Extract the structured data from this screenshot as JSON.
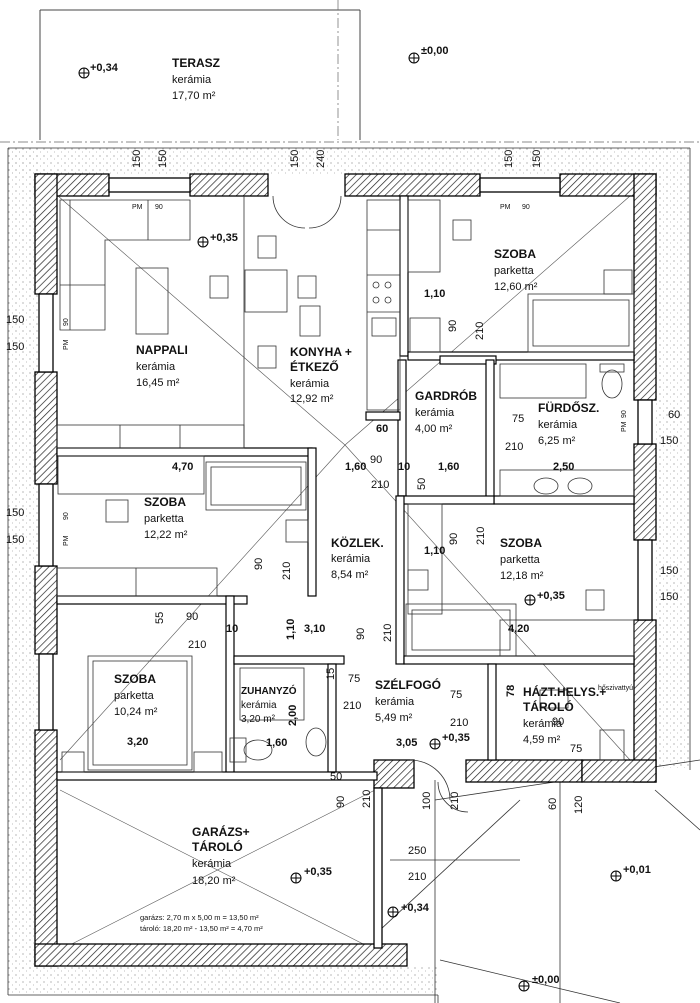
{
  "rooms": [
    {
      "id": "terasz",
      "name": "TERASZ",
      "material": "kerámia",
      "area": "17,70 m²"
    },
    {
      "id": "nappali",
      "name": "NAPPALI",
      "material": "kerámia",
      "area": "16,45 m²"
    },
    {
      "id": "konyha",
      "name": "KONYHA +",
      "name2": "ÉTKEZŐ",
      "material": "kerámia",
      "area": "12,92 m²"
    },
    {
      "id": "szoba_ne",
      "name": "SZOBA",
      "material": "parketta",
      "area": "12,60 m²"
    },
    {
      "id": "gardrob",
      "name": "GARDRÓB",
      "material": "kerámia",
      "area": "4,00 m²"
    },
    {
      "id": "furdo",
      "name": "FÜRDŐSZ.",
      "material": "kerámia",
      "area": "6,25 m²"
    },
    {
      "id": "szoba_w",
      "name": "SZOBA",
      "material": "parketta",
      "area": "12,22 m²"
    },
    {
      "id": "kozlek",
      "name": "KÖZLEK.",
      "material": "kerámia",
      "area": "8,54 m²"
    },
    {
      "id": "szoba_e",
      "name": "SZOBA",
      "material": "parketta",
      "area": "12,18 m²"
    },
    {
      "id": "szoba_sw",
      "name": "SZOBA",
      "material": "parketta",
      "area": "10,24 m²"
    },
    {
      "id": "zuhanyzo",
      "name": "ZUHANYZÓ",
      "material": "kerámia",
      "area": "3,20 m²"
    },
    {
      "id": "szelfogo",
      "name": "SZÉLFOGÓ",
      "material": "kerámia",
      "area": "5,49 m²"
    },
    {
      "id": "haztart",
      "name": "HÁZT.HELYS.+",
      "name2": "TÁROLÓ",
      "material": "kerámia",
      "area": "4,59 m²"
    },
    {
      "id": "garazs",
      "name": "GARÁZS+",
      "name2": "TÁROLÓ",
      "material": "kerámia",
      "area": "18,20 m²"
    }
  ],
  "garage_note": {
    "line1": "garázs: 2,70 m x 5,00 m = 13,50 m²",
    "line2": "tároló: 18,20 m² - 13,50 m² = 4,70 m²"
  },
  "appliance_label": "hőszivattyú",
  "levels": [
    "+0,34",
    "±0,00",
    "+0,35",
    "+0,35",
    "+0,35",
    "+0,35",
    "+0,01",
    "+0,34",
    "±0,00"
  ],
  "dims": [
    "150",
    "150",
    "150",
    "240",
    "150",
    "150",
    "PM",
    "90",
    "PM",
    "90",
    "1,10",
    "90",
    "210",
    "4,70",
    "1,60",
    "10",
    "1,60",
    "60",
    "90",
    "210",
    "50",
    "75",
    "210",
    "2,50",
    "60",
    "150",
    "90",
    "210",
    "1,10",
    "90",
    "210",
    "150",
    "150",
    "55",
    "90",
    "210",
    "10",
    "1,10",
    "3,10",
    "90",
    "210",
    "4,20",
    "150",
    "150",
    "150",
    "150",
    "15",
    "75",
    "210",
    "75",
    "210",
    "3,20",
    "1,60",
    "2,00",
    "3,05",
    "78",
    "90",
    "75",
    "50",
    "90",
    "210",
    "100",
    "210",
    "60",
    "120",
    "250",
    "210",
    "PM",
    "90",
    "PM",
    "90",
    "PM",
    "90"
  ]
}
